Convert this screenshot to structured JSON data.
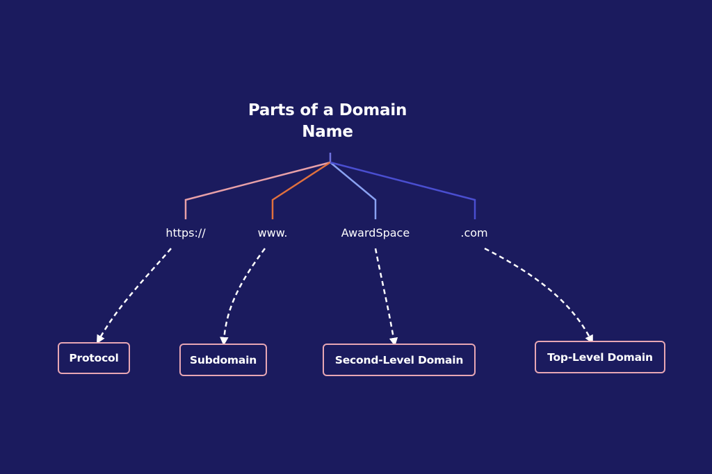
{
  "diagram": {
    "title_line1": "Parts of a Domain",
    "title_line2": "Name",
    "parts": [
      {
        "text": "https://",
        "connector_color": "#e8a0a8"
      },
      {
        "text": "www.",
        "connector_color": "#e0703e"
      },
      {
        "text": "AwardSpace",
        "connector_color": "#8aa2f2"
      },
      {
        "text": ".com",
        "connector_color": "#4a4ed0"
      }
    ],
    "labels": [
      "Protocol",
      "Subdomain",
      "Second-Level Domain",
      "Top-Level Domain"
    ]
  },
  "colors": {
    "background": "#1b1b5e",
    "text": "#ffffff",
    "box_border": "#e8a7b4",
    "stem": "#6f73e0",
    "arrow": "#ffffff"
  }
}
